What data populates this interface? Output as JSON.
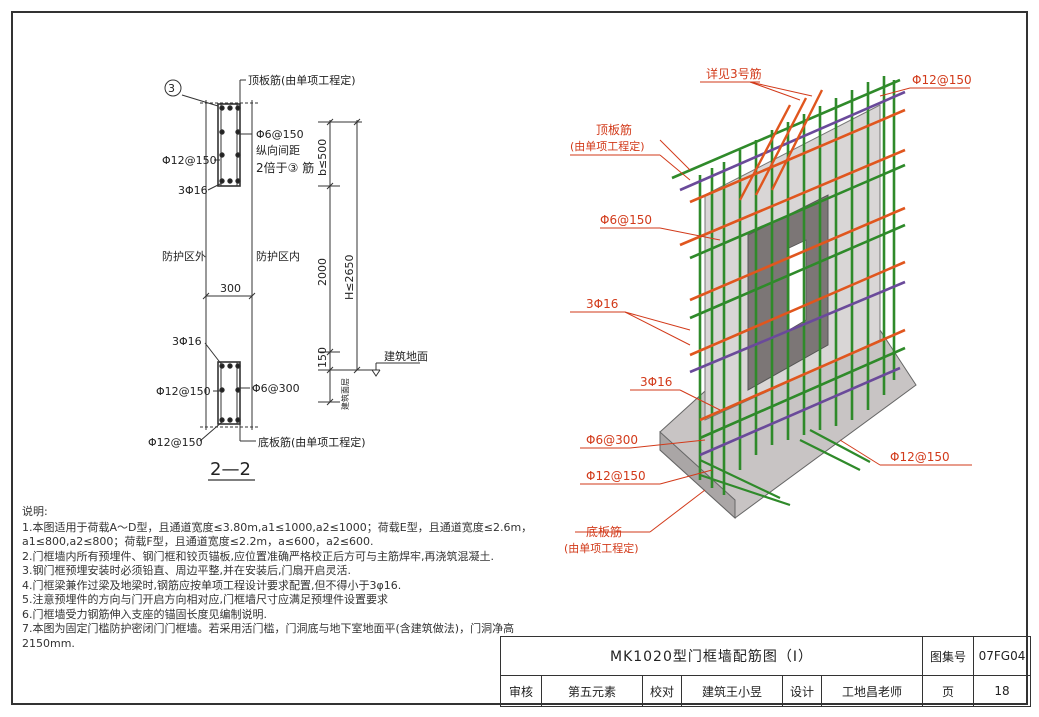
{
  "section": {
    "circle_ref": "3",
    "top_bar_label": "顶板筋(由单项工程定)",
    "stirrup_top": "Φ6@150",
    "spacing_note_1": "纵向间距",
    "spacing_note_2": "2倍于③ 筋",
    "left_bar_top": "Φ12@150",
    "bars_top": "3Φ16",
    "outside_label": "防护区外",
    "inside_label": "防护区内",
    "width_dim": "300",
    "bars_bottom": "3Φ16",
    "left_bar_bottom": "Φ12@150",
    "stirrup_bottom": "Φ6@300",
    "left_bar_lowest": "Φ12@150",
    "bottom_bar_label": "底板筋(由单项工程定)",
    "section_name": "2—2",
    "dim_b": "b≤500",
    "dim_h": "H≤2650",
    "dim_2000": "2000",
    "dim_150": "150",
    "ground_label": "建筑地面",
    "floor_label": "建筑面层"
  },
  "iso_labels": {
    "detail3": "详见3号筋",
    "phi12_top": "Φ12@150",
    "roof_bar_1": "顶板筋",
    "roof_bar_2": "(由单项工程定)",
    "phi6_150": "Φ6@150",
    "bars_3phi16_a": "3Φ16",
    "bars_3phi16_b": "3Φ16",
    "phi6_300": "Φ6@300",
    "phi12_150_left": "Φ12@150",
    "phi12_150_right": "Φ12@150",
    "floor_bar_1": "底板筋",
    "floor_bar_2": "(由单项工程定)"
  },
  "notes": {
    "title": "说明:",
    "items": [
      "1.本图适用于荷载A～D型，且通道宽度≤3.80m,a1≤1000,a2≤1000；荷载E型，且通道宽度≤2.6m，a1≤800,a2≤800；荷载F型，且通道宽度≤2.2m，a≤600，a2≤600.",
      "2.门框墙内所有预埋件、钢门框和铰页锚板,应位置准确严格校正后方可与主筋焊牢,再浇筑混凝土.",
      "3.钢门框预埋安装时必须铅直、周边平整,并在安装后,门扇开启灵活.",
      "4.门框梁兼作过梁及地梁时,钢筋应按单项工程设计要求配置,但不得小于3φ16.",
      "5.注意预埋件的方向与门开启方向相对应,门框墙尺寸应满足预埋件设置要求",
      "6.门框墙受力钢筋伸入支座的锚固长度见编制说明.",
      "7.本图为固定门槛防护密闭门门框墙。若采用活门槛，门洞底与地下室地面平(含建筑做法)，门洞净高2150mm."
    ]
  },
  "title_block": {
    "drawing_title": "MK1020型门框墙配筋图（Ⅰ）",
    "atlas_label": "图集号",
    "atlas_no": "07FG04",
    "review_label": "审核",
    "review_name": "第五元素",
    "check_label": "校对",
    "check_name": "建筑王小昱",
    "design_label": "设计",
    "design_name": "工地昌老师",
    "page_label": "页",
    "page_no": "18"
  },
  "colors": {
    "rebar_green": "#2f8a2a",
    "rebar_orange": "#e0561e",
    "rebar_purple": "#6a4a9a",
    "leader_red": "#d23a1a",
    "concrete": "#b8b4b4"
  }
}
